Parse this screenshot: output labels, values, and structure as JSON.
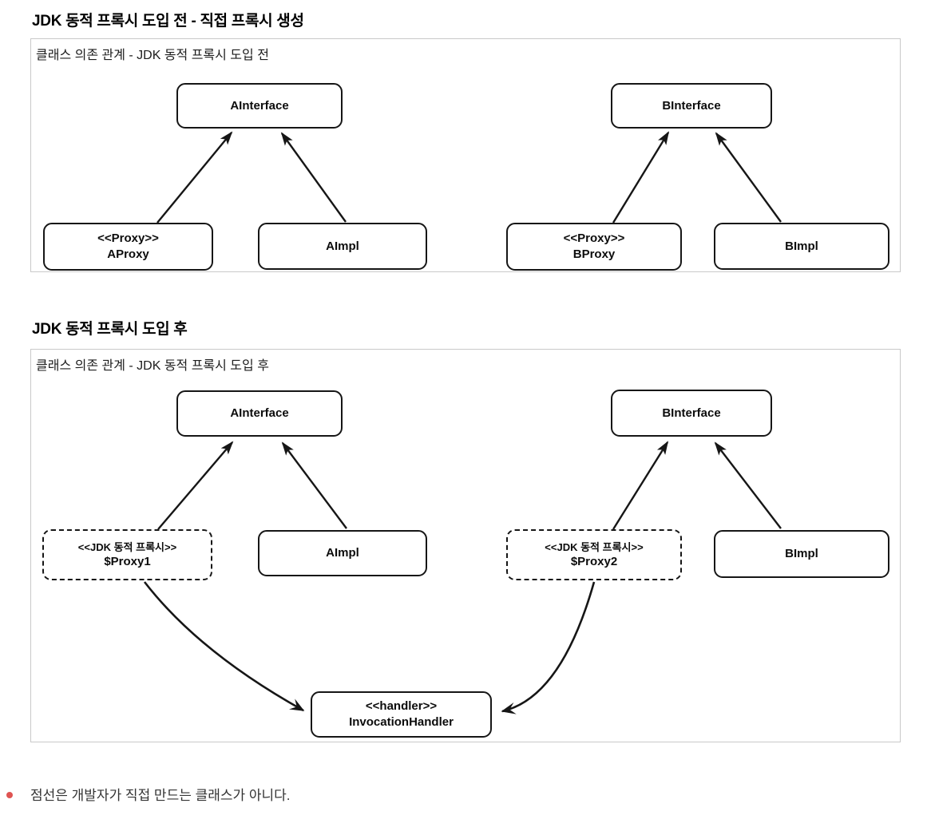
{
  "colors": {
    "stroke": "#161616",
    "frame_border": "#c9c9c9",
    "bullet": "#df5452",
    "background": "#ffffff"
  },
  "sections": {
    "before": {
      "heading": "JDK 동적 프록시 도입 전 - 직접 프록시 생성",
      "diagram_title": "클래스 의존 관계 - JDK 동적 프록시 도입 전",
      "nodes": {
        "a_interface": {
          "name": "AInterface"
        },
        "b_interface": {
          "name": "BInterface"
        },
        "a_proxy": {
          "stereotype": "<<Proxy>>",
          "name": "AProxy"
        },
        "a_impl": {
          "name": "AImpl"
        },
        "b_proxy": {
          "stereotype": "<<Proxy>>",
          "name": "BProxy"
        },
        "b_impl": {
          "name": "BImpl"
        }
      }
    },
    "after": {
      "heading": "JDK 동적 프록시 도입 후",
      "diagram_title": "클래스 의존 관계 - JDK 동적 프록시 도입 후",
      "nodes": {
        "a_interface": {
          "name": "AInterface"
        },
        "b_interface": {
          "name": "BInterface"
        },
        "proxy1": {
          "stereotype": "<<JDK 동적 프록시>>",
          "name": "$Proxy1"
        },
        "a_impl": {
          "name": "AImpl"
        },
        "proxy2": {
          "stereotype": "<<JDK 동적 프록시>>",
          "name": "$Proxy2"
        },
        "b_impl": {
          "name": "BImpl"
        },
        "handler": {
          "stereotype": "<<handler>>",
          "name": "InvocationHandler"
        }
      }
    }
  },
  "note": {
    "text": "점선은 개발자가 직접 만드는 클래스가 아니다."
  }
}
